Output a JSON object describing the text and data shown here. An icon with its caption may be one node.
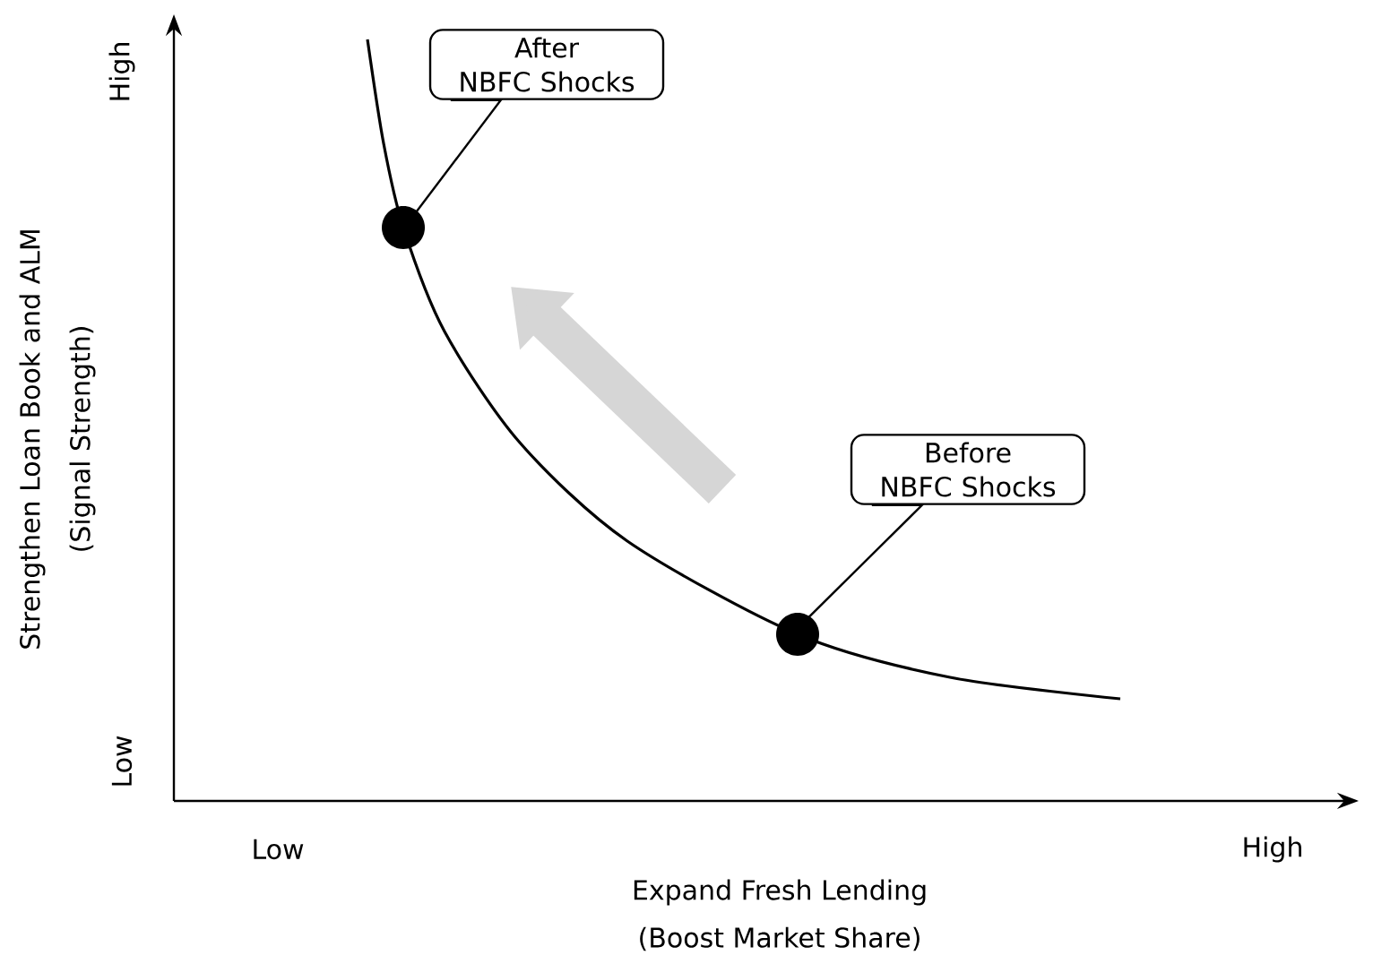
{
  "diagram": {
    "nodes": [
      {
        "text": [
          "After NBFC Shocks"
        ]
      },
      {
        "text": [],
        "shape": "circle"
      },
      {
        "text": [
          "Before NBFC Shocks"
        ]
      },
      {
        "text": [],
        "shape": "circle"
      }
    ],
    "edges": [
      {
        "from": 0,
        "to": 1,
        "arrow": "none"
      },
      {
        "from": 2,
        "to": 3,
        "arrow": "none"
      }
    ],
    "labels": [
      "High",
      "Strengthen Loan Book and ALM",
      "(Signal Strength)",
      "Low",
      "Low",
      "High",
      "Expand Fresh Lending",
      "(Boost Market Share)"
    ]
  }
}
